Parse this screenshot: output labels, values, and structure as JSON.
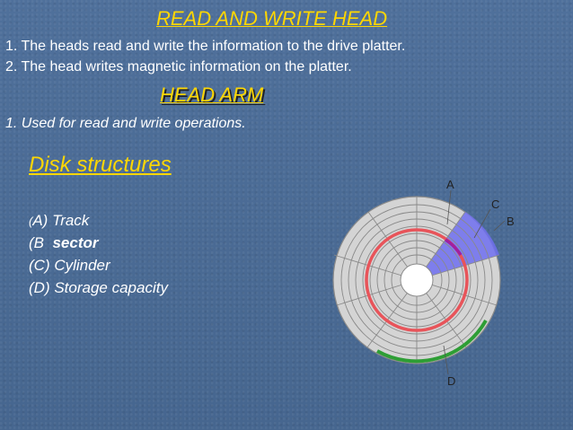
{
  "slide": {
    "title": "READ AND WRITE HEAD",
    "head_points": [
      "1. The heads read and write the information to the drive platter.",
      "2. The head writes magnetic information on the platter."
    ],
    "arm_title": "HEAD ARM",
    "arm_points": [
      "1. Used for read and write operations."
    ],
    "disk_title": "Disk structures",
    "structures": {
      "a_paren": "(",
      "a_text": "A) Track",
      "b_prefix": "(B",
      "b_bold": "sector",
      "c": "(C) Cylinder",
      "d": "(D) Storage capacity"
    },
    "diagram_labels": {
      "a": "A",
      "b": "B",
      "c": "C",
      "d": "D"
    }
  },
  "colors": {
    "heading": "#ffd700",
    "text": "#ffffff",
    "track": "#e8545a",
    "sector": "#6e6ef0",
    "cylinder": "#2e9e35",
    "platter": "#d4d4d4"
  }
}
